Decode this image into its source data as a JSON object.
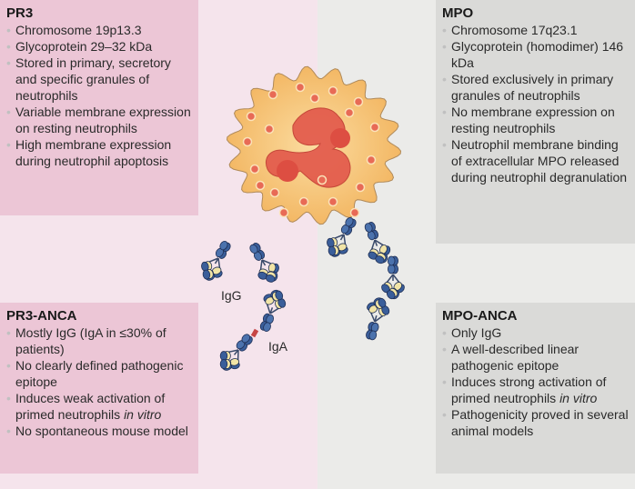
{
  "pr3": {
    "title": "PR3",
    "items": [
      "Chromosome 19p13.3",
      "Glycoprotein 29–32 kDa",
      "Stored in primary, secretory and specific granules of neutrophils",
      "Variable membrane expression on resting neutrophils",
      "High membrane expression during neutrophil apoptosis"
    ]
  },
  "mpo": {
    "title": "MPO",
    "items": [
      "Chromosome 17q23.1",
      "Glycoprotein (homodimer) 146 kDa",
      "Stored exclusively in primary granules of neutrophils",
      "No membrane expression on resting neutrophils",
      "Neutrophil membrane binding of extracellular MPO released during neutrophil degranulation"
    ]
  },
  "pr3_anca": {
    "title": "PR3-ANCA",
    "items": [
      "Mostly IgG (IgA in ≤30% of patients)",
      "No clearly defined pathogenic epitope",
      "No spontaneous mouse model"
    ],
    "activation": {
      "text": "Induces weak activation of primed neutrophils",
      "italic": "in vitro"
    }
  },
  "mpo_anca": {
    "title": "MPO-ANCA",
    "items": [
      "Only IgG",
      "A well-described linear pathogenic epitope",
      "Pathogenicity proved in several animal models"
    ],
    "activation": {
      "text": "Induces strong activation of primed neutrophils",
      "italic": "in vitro"
    }
  },
  "labels": {
    "igg": "IgG",
    "iga": "IgA"
  },
  "colors": {
    "pink_panel": "#ecc6d6",
    "grey_panel": "#dadad8",
    "cell_fill": "#f7c880",
    "nucleus": "#e05a4a",
    "antibody_blue": "#3a5e9a",
    "antibody_light": "#f1e4a6"
  }
}
